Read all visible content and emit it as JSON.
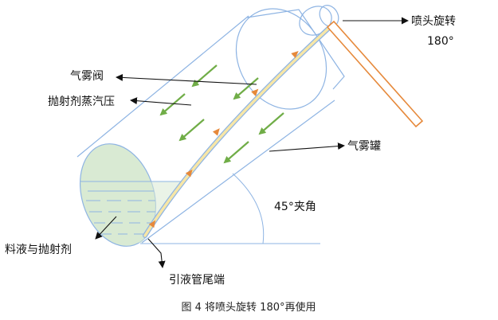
{
  "labels": {
    "nozzle_rotate": "喷头旋转",
    "nozzle_angle": "180°",
    "mist_valve": "气雾阀",
    "propellant_vapor": "抛射剂蒸汽压",
    "mist_tank": "气雾罐",
    "angle_45": "45°夹角",
    "liquid_propellant": "料液与抛射剂",
    "dip_tube_end": "引液管尾端"
  },
  "caption": "图 4   将喷头旋转 180°再使用",
  "colors": {
    "outline": "#8eb4e3",
    "liquid_fill": "#d9ead3",
    "arm": "#e6893b",
    "tube_fill": "#f7e6a6",
    "tube_outline": "#8eb4e3",
    "up_arrow": "#e6893b",
    "pressure_arrow": "#70ad47",
    "pointer": "#111111"
  }
}
